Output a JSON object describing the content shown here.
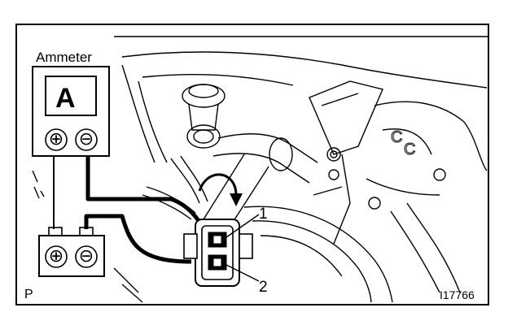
{
  "figure": {
    "meter_label": "Ammeter",
    "meter_face_letter": "A",
    "meter_plus": "⊕",
    "meter_minus": "⊖",
    "battery_plus": "⊕",
    "battery_minus": "⊖",
    "callout_one": "1",
    "callout_two": "2",
    "figure_code": "I17766",
    "corner_letter": "P"
  },
  "colors": {
    "ink": "#000000",
    "paper": "#ffffff"
  }
}
